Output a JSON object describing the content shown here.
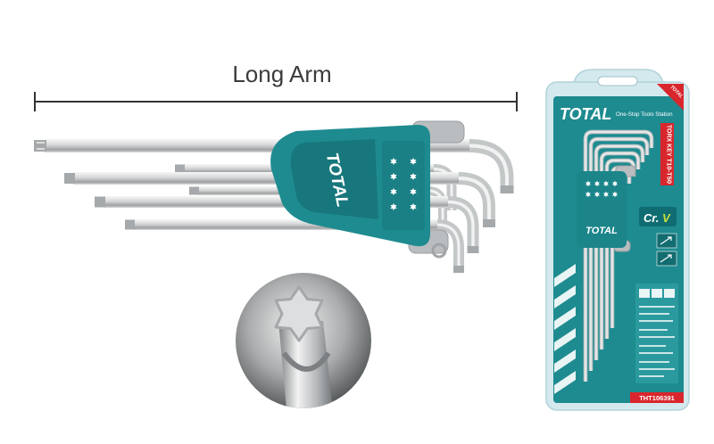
{
  "annotation": {
    "label": "Long Arm"
  },
  "key_set": {
    "holder_brand": "TOTAL"
  },
  "package": {
    "brand": "TOTAL",
    "tagline": "One-Stop Tools Station",
    "corner_brand": "TOTAL",
    "product_name": "TORX KEY",
    "size_range": "T10-T50",
    "material_prefix": "Cr.",
    "material_suffix": "V",
    "holder_brand": "TOTAL",
    "model": "THT106391"
  },
  "icons": {
    "holder_markings": "torx-star-icon",
    "detail_view": "torx-tip-magnifier-icon"
  },
  "colors": {
    "brand_teal": "#1e8b90",
    "brand_teal_dark": "#17777c",
    "accent_red": "#d9262c",
    "steel": "#c4c7c8",
    "steel_highlight": "#f1f2f2",
    "badge_green": "#c8e03a"
  }
}
